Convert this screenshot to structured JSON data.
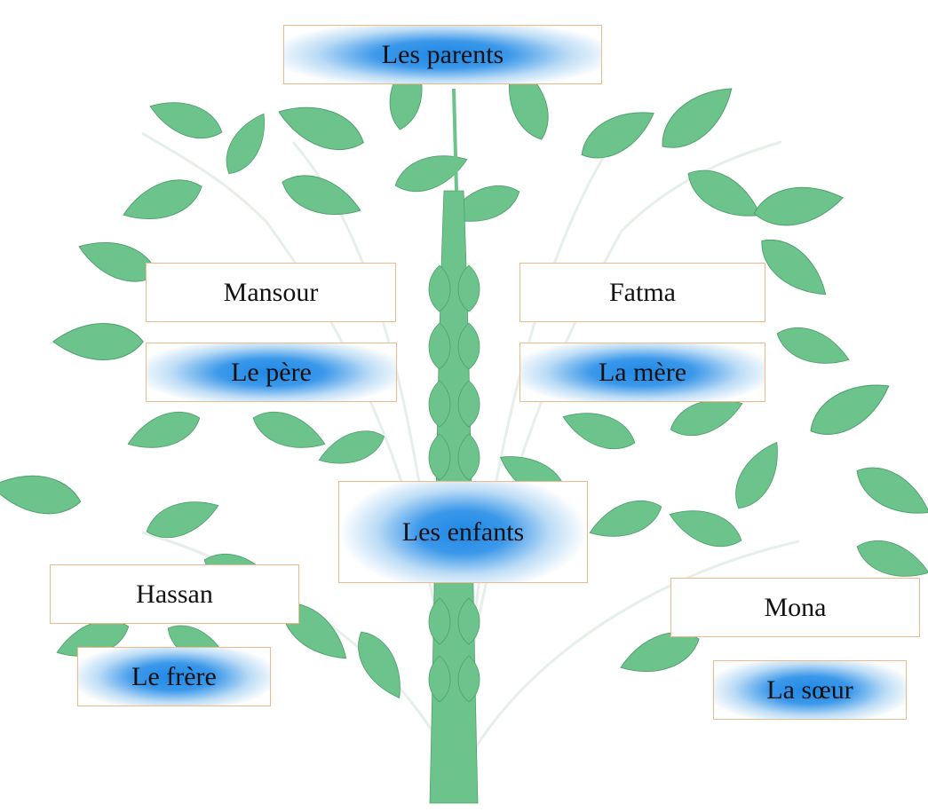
{
  "title": "Les parents",
  "children_heading": "Les enfants",
  "father": {
    "name": "Mansour",
    "role": "Le père"
  },
  "mother": {
    "name": "Fatma",
    "role": "La mère"
  },
  "brother": {
    "name": "Hassan",
    "role": "Le frère"
  },
  "sister": {
    "name": "Mona",
    "role": "La sœur"
  },
  "colors": {
    "leaf": "#6cc38c",
    "trunk": "#6cc38c",
    "label_accent": "#1e88e5",
    "box_border": "#f0b98a"
  }
}
